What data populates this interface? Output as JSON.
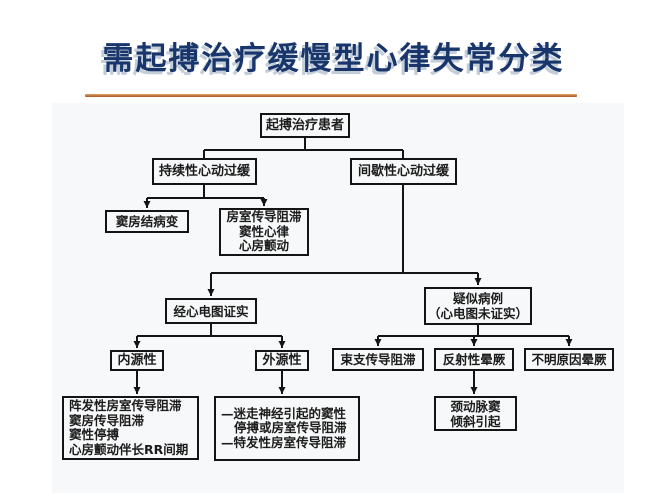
{
  "slide": {
    "title": "需起搏治疗缓慢型心律失常分类",
    "title_color": "#18366b",
    "divider_color": "#b06a2e"
  },
  "flowchart": {
    "line_color": "#141414",
    "nodes": {
      "root": {
        "label": "起搏治疗患者"
      },
      "persistent": {
        "label": "持续性心动过缓"
      },
      "intermittent": {
        "label": "间歇性心动过缓"
      },
      "sinus_node": {
        "label": "窦房结病变"
      },
      "av_block_group": {
        "lines": [
          "房室传导阻滞",
          "窦性心律",
          "心房颤动"
        ]
      },
      "ecg_confirmed": {
        "label": "经心电图证实"
      },
      "suspected": {
        "lines": [
          "疑似病例",
          "（心电图未证实）"
        ]
      },
      "intrinsic": {
        "label": "内源性"
      },
      "extrinsic": {
        "label": "外源性"
      },
      "bundle_branch_block": {
        "label": "束支传导阻滞"
      },
      "reflex_syncope": {
        "label": "反射性晕厥"
      },
      "unexplained_syncope": {
        "label": "不明原因晕厥"
      },
      "intrinsic_detail": {
        "lines": [
          "阵发性房室传导阻滞",
          "窦房传导阻滞",
          "窦性停搏",
          "心房颤动伴长RR间期"
        ]
      },
      "extrinsic_detail": {
        "lines": [
          "—迷走神经引起的窦性",
          "停搏或房室传导阻滞",
          "—特发性房室传导阻滞"
        ]
      },
      "reflex_detail": {
        "lines": [
          "颈动脉窦",
          "倾斜引起"
        ]
      }
    }
  }
}
